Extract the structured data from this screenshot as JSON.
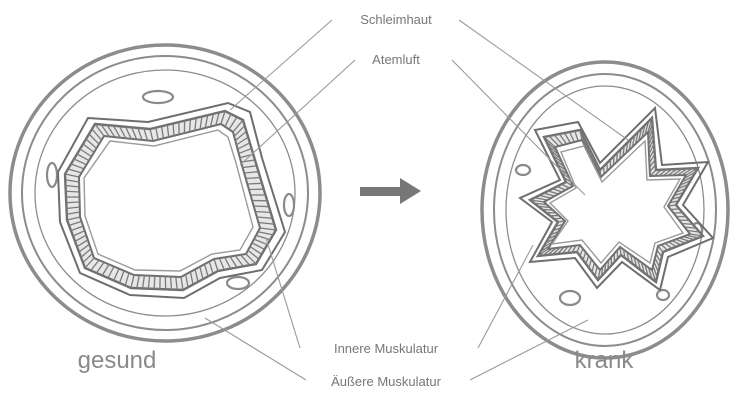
{
  "labels": {
    "schleimhaut": "Schleimhaut",
    "atemluft": "Atemluft",
    "innere_muskulatur": "Innere Muskulatur",
    "aeussere_muskulatur": "Äußere Muskulatur"
  },
  "captions": {
    "healthy": "gesund",
    "sick": "krank"
  },
  "colors": {
    "line": "#8c8c8c",
    "muscle_fill": "#e7e7e7",
    "text": "#777777",
    "arrow": "#777777"
  }
}
